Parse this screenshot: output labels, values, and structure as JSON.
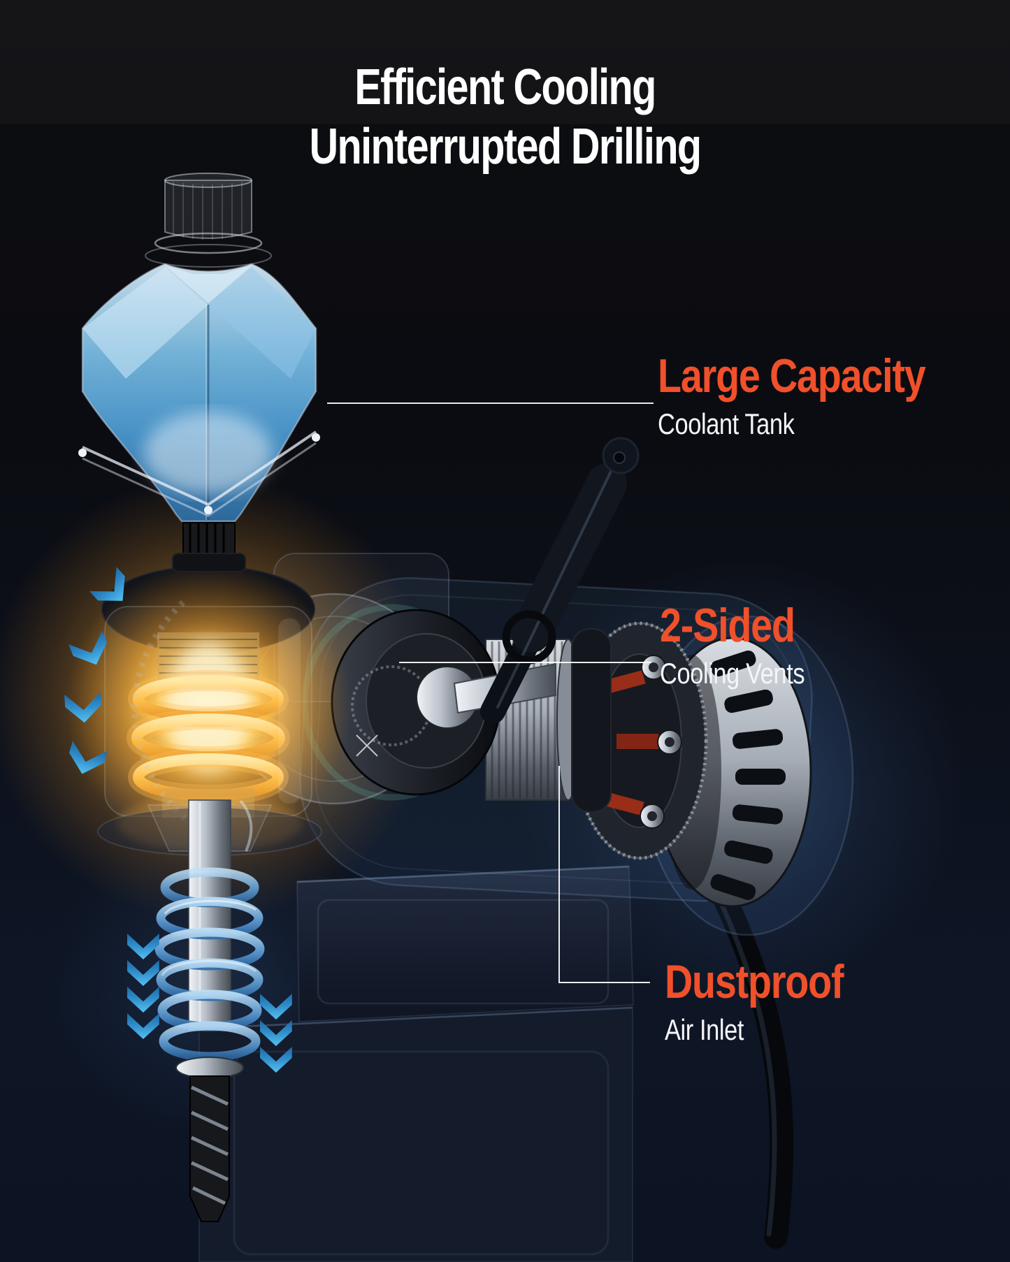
{
  "title": {
    "line1": "Efficient Cooling",
    "line2": "Uninterrupted Drilling"
  },
  "annotations": [
    {
      "id": "coolant-tank",
      "heading": "Large Capacity",
      "subtext": "Coolant Tank"
    },
    {
      "id": "cooling-vents",
      "heading": "2-Sided",
      "subtext": "Cooling Vents"
    },
    {
      "id": "air-inlet",
      "heading": "Dustproof",
      "subtext": "Air Inlet"
    }
  ],
  "illustration": {
    "subject": "cutaway-render-of-magnetic-drill-press",
    "parts": [
      "coolant-tank",
      "tank-cap",
      "tank-connector",
      "motor-housing",
      "motor-coil-glow",
      "airflow-chevrons",
      "drive-assembly",
      "chuck-disc",
      "knurled-cylinder",
      "ring-gear",
      "vented-end-cap",
      "side-handle",
      "drill-spindle",
      "coolant-spiral",
      "drill-bit",
      "machine-base",
      "power-cable",
      "leader-lines"
    ]
  },
  "colors": {
    "accent_orange": "#F0502A",
    "text_white": "#FFFFFF",
    "coolant_blue": "#5FA8DC",
    "glow_gold": "#FFC24D",
    "arrow_blue": "#46B1E8",
    "leader_line": "#FFFFFF",
    "background_top": "#141417",
    "background_bottom": "#0C1322"
  }
}
